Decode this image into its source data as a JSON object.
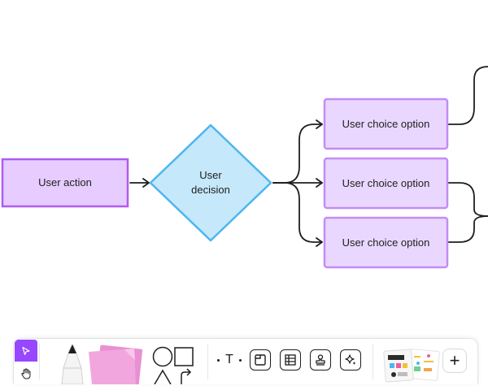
{
  "flowchart": {
    "action": {
      "label": "User action"
    },
    "decision": {
      "label": "User decision"
    },
    "options": [
      {
        "label": "User choice option"
      },
      {
        "label": "User choice option"
      },
      {
        "label": "User choice option"
      }
    ]
  },
  "colors": {
    "action_fill": "#e6ccff",
    "action_stroke": "#b05cf0",
    "option_fill": "#ead7ff",
    "option_stroke": "#c48cf5",
    "decision_fill": "#c6e8fb",
    "decision_stroke": "#4cb6f0",
    "connector": "#1e1e1e",
    "accent": "#9747ff",
    "sticky": "#f2a6de"
  },
  "toolbar": {
    "tools": [
      {
        "name": "move",
        "icon": "cursor-icon",
        "active": true
      },
      {
        "name": "hand",
        "icon": "hand-icon"
      },
      {
        "name": "marker",
        "icon": "marker-icon"
      },
      {
        "name": "sticky",
        "icon": "sticky-note-icon"
      },
      {
        "name": "shapes",
        "icon": "shapes-icon"
      },
      {
        "name": "text",
        "icon": "text-icon"
      },
      {
        "name": "section",
        "icon": "section-icon"
      },
      {
        "name": "table",
        "icon": "table-icon"
      },
      {
        "name": "stamp",
        "icon": "stamp-icon"
      },
      {
        "name": "ai",
        "icon": "sparkle-icon"
      },
      {
        "name": "templates",
        "icon": "template-thumbnail-icon"
      },
      {
        "name": "more",
        "icon": "plus-icon"
      }
    ],
    "text_tool_glyph": "T",
    "plus_glyph": "+"
  }
}
